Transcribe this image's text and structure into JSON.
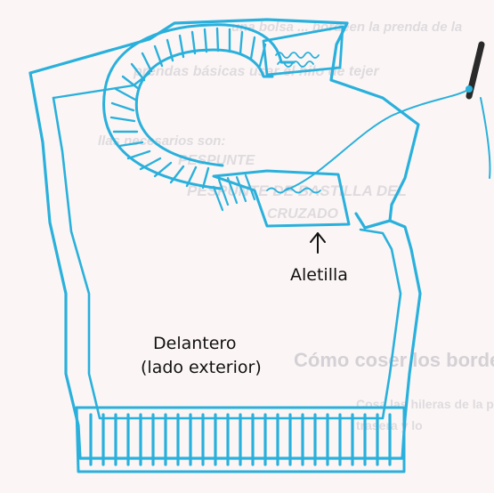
{
  "labels": {
    "aletilla": "Aletilla",
    "delantero_line1": "Delantero",
    "delantero_line2": "(lado exterior)"
  },
  "bleed_through_text": {
    "line1": "una bolsa ... bordeen la prenda de la",
    "line2": "prendas básicas usar el hilo de tejer",
    "line3": "llas necesarios son:",
    "line4": "PESPUNTE",
    "line5": "PESPUNTE DE BASTILLA DEL",
    "line6": "CRUZADO",
    "heading": "Cómo coser los bordes de prenda",
    "body1": "Cosa las hileras de la pieza",
    "body2": "trasera y lo"
  },
  "colors": {
    "outline": "#2ab0dc",
    "needle": "#2a2a2a",
    "text": "#111111",
    "paper": "#fbf6f5"
  },
  "icons": {
    "pointer": "up-arrow-icon",
    "needle": "sewing-needle-icon"
  }
}
